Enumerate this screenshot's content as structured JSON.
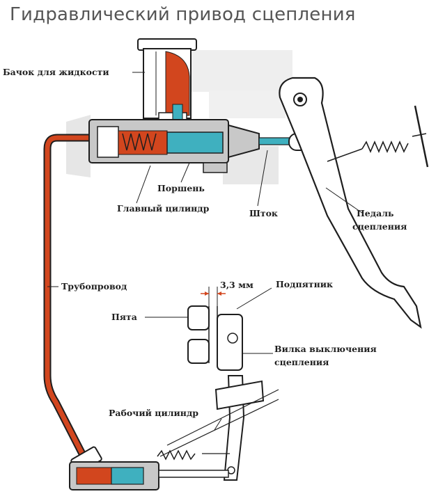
{
  "title": "Гидравлический привод сцепления",
  "labels": {
    "reservoir": "Бачок для жидкости",
    "piston": "Поршень",
    "master_cylinder": "Главный цилиндр",
    "rod": "Шток",
    "pedal_line1": "Педаль",
    "pedal_line2": "сцепления",
    "pipeline": "Трубопровод",
    "gap": "3,3 мм",
    "thrust_bearing": "Подпятник",
    "heel": "Пята",
    "fork_line1": "Вилка выключения",
    "fork_line2": "сцепления",
    "slave_cylinder": "Рабочий цилиндр"
  },
  "colors": {
    "fluid": "#d2461e",
    "piston": "#3fb0bf",
    "outline": "#1e1e1e",
    "body_gray": "#c8c8c8",
    "light_gray": "#e2e2e2"
  }
}
